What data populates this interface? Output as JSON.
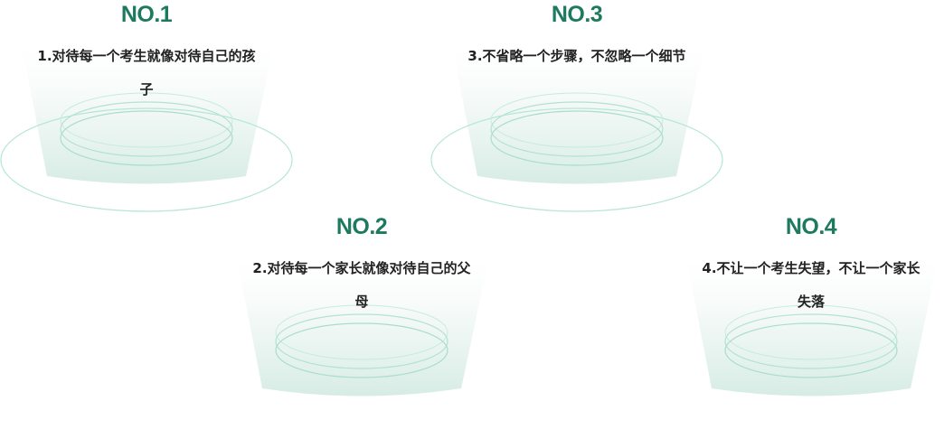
{
  "colors": {
    "accent": "#1d7a5e",
    "ring": "#a8e0cf",
    "text": "#222222"
  },
  "items": [
    {
      "number": "NO.1",
      "text": "1.对待每一个考生就像对待自己的孩子",
      "big_ring": true
    },
    {
      "number": "NO.2",
      "text": "2.对待每一个家长就像对待自己的父母",
      "big_ring": false
    },
    {
      "number": "NO.3",
      "text": "3.不省略一个步骤，不忽略一个细节",
      "big_ring": true
    },
    {
      "number": "NO.4",
      "text": "4.不让一个考生失望，不让一个家长失落",
      "big_ring": false
    }
  ]
}
